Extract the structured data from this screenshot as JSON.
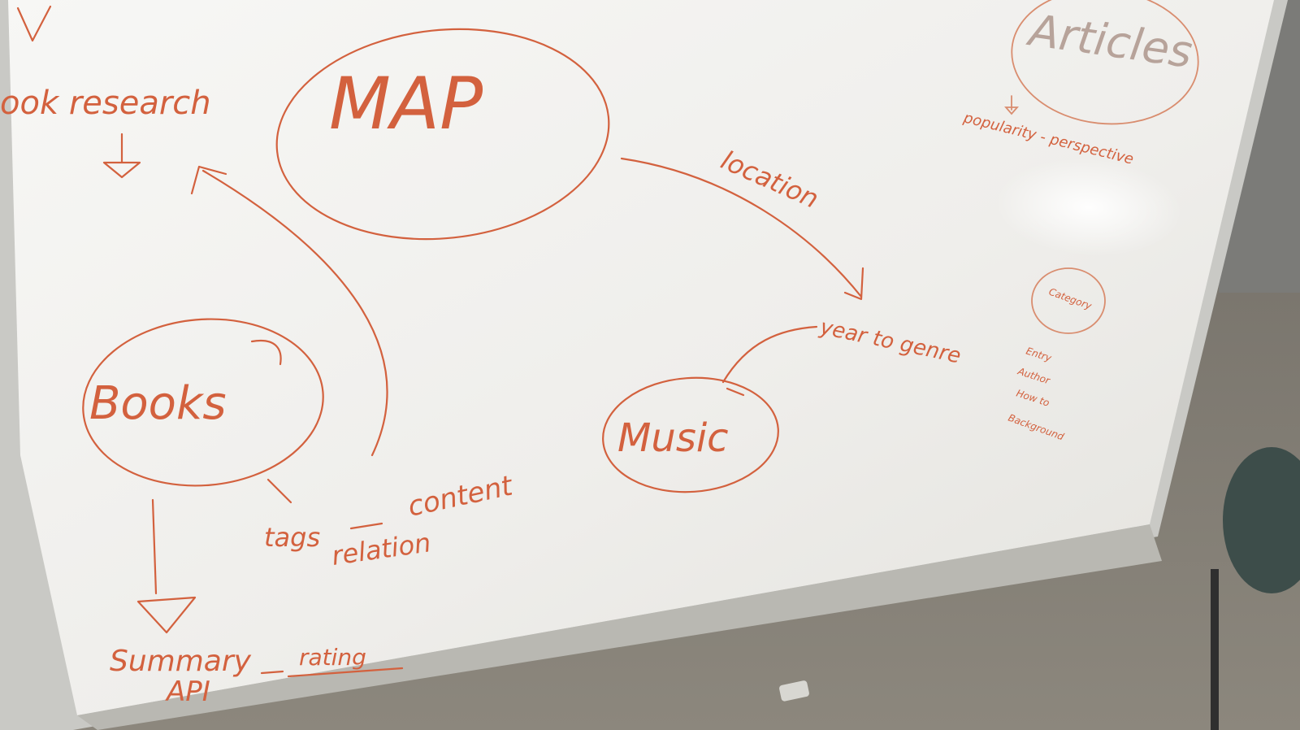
{
  "whiteboard": {
    "nodes": {
      "map": "MAP",
      "books": "Books",
      "music": "Music",
      "articles": "Articles"
    },
    "notes": {
      "research": "ook research",
      "location": "location",
      "year_to_genre": "year to genre",
      "tags": "tags",
      "content": "content",
      "relation": "relation",
      "summary": "Summary",
      "api": "API",
      "rating": "rating",
      "articles_sub": "popularity - perspective",
      "small_circle": "Category",
      "small_list_1": "Entry",
      "small_list_2": "Author",
      "small_list_3": "How to",
      "small_list_4": "Background"
    }
  },
  "colors": {
    "ink": "#d3613e",
    "board": "#f4f3f0",
    "frame": "#c7c7c3",
    "floor": "#7b766d"
  }
}
